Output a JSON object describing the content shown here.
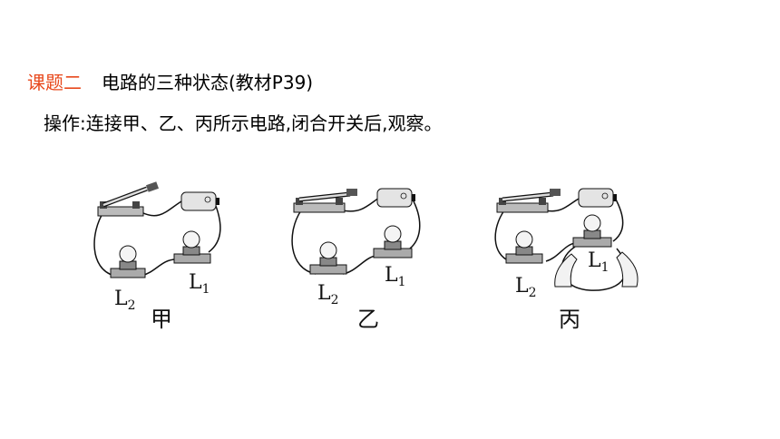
{
  "heading": {
    "tag": "课题二",
    "text": "电路的三种状态(教材P39)"
  },
  "instruction": "操作:连接甲、乙、丙所示电路,闭合开关后,观察。",
  "figures": [
    {
      "caption": "甲",
      "lamp_a": "L",
      "lamp_a_sub": "2",
      "lamp_b": "L",
      "lamp_b_sub": "1"
    },
    {
      "caption": "乙",
      "lamp_a": "L",
      "lamp_a_sub": "2",
      "lamp_b": "L",
      "lamp_b_sub": "1"
    },
    {
      "caption": "丙",
      "lamp_a": "L",
      "lamp_a_sub": "2",
      "lamp_b": "L",
      "lamp_b_sub": "1"
    }
  ],
  "icons": [
    "knife-switch-icon",
    "battery-icon",
    "bulb-icon",
    "hand-icon"
  ]
}
